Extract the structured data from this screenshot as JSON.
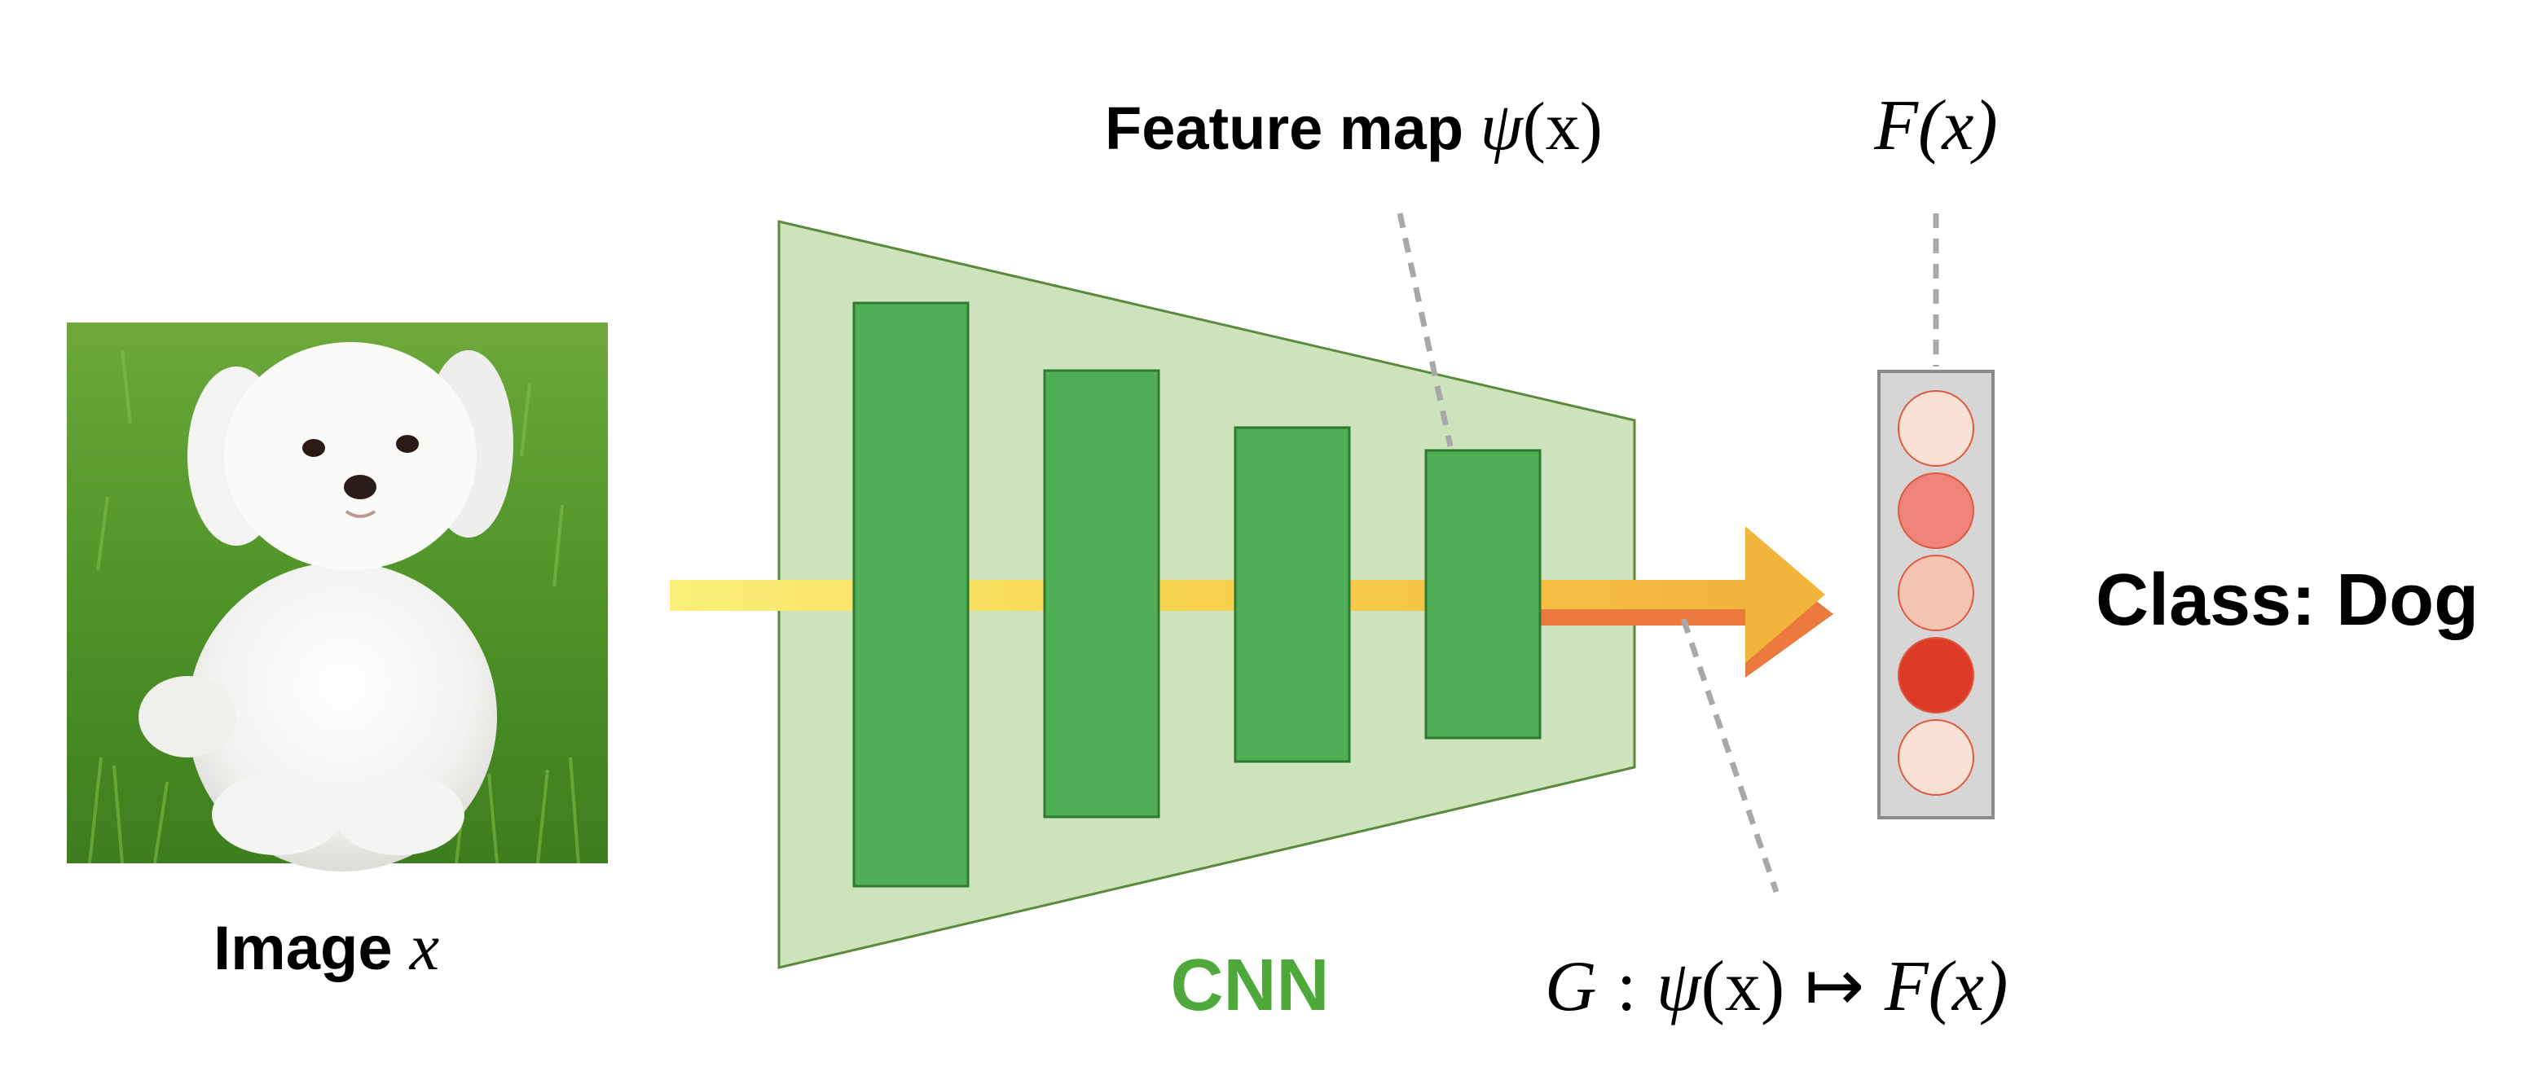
{
  "labels": {
    "image_prefix": "Image",
    "image_var": "x",
    "feature_prefix": "Feature map",
    "feature_psi": "ψ",
    "feature_arg": "(x)",
    "output_label": "F(x)",
    "cnn": "CNN",
    "mapping_g": "G",
    "mapping_colon": ":",
    "mapping_psi": "ψ",
    "mapping_psi_arg": "(x)",
    "mapping_arrow": "↦",
    "mapping_f": "F(x)",
    "class_result": "Class: Dog"
  },
  "colors": {
    "trapezoid_fill": "#cce3bc",
    "trapezoid_stroke": "#5a8a3e",
    "layer_fill": "#4fae56",
    "layer_stroke": "#2f7a33",
    "cnn_text": "#4ea83a",
    "arrow_yellow": "#f8ea6a",
    "arrow_orange": "#f3b43c",
    "arrow_red_orange": "#ec7a3e",
    "output_box_fill": "#d6d6d6",
    "output_box_stroke": "#8a8a8a",
    "dashed_line": "#a8a8a8"
  },
  "output_neurons": [
    {
      "color": "#f6e1d4",
      "state": "low"
    },
    {
      "color": "#ef847a",
      "state": "medium"
    },
    {
      "color": "#f4c6b2",
      "state": "low-medium"
    },
    {
      "color": "#dd3b27",
      "state": "high"
    },
    {
      "color": "#f6e1d4",
      "state": "low"
    }
  ],
  "image_subject": "white maltese puppy sitting on green grass"
}
